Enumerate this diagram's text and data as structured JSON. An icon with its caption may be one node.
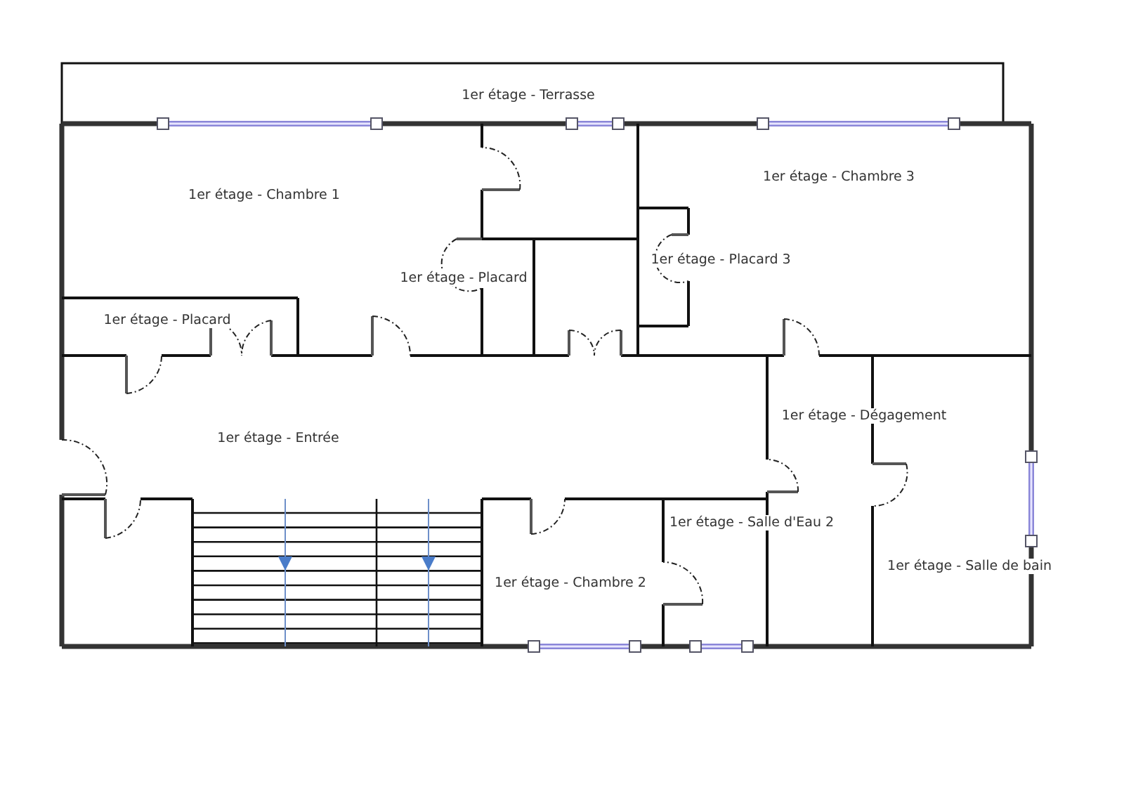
{
  "diagram": {
    "labels": [
      "1er étage - Terrasse",
      "1er étage - Chambre 1",
      "1er étage - Chambre 3",
      "1er étage - Placard 3",
      "1er étage - Placard",
      "1er étage - Placard",
      "1er étage - Dégagement",
      "1er étage - Entrée",
      "1er étage - Salle d'Eau 2",
      "1er étage - Salle de bain",
      "1er étage - Chambre 2"
    ]
  }
}
